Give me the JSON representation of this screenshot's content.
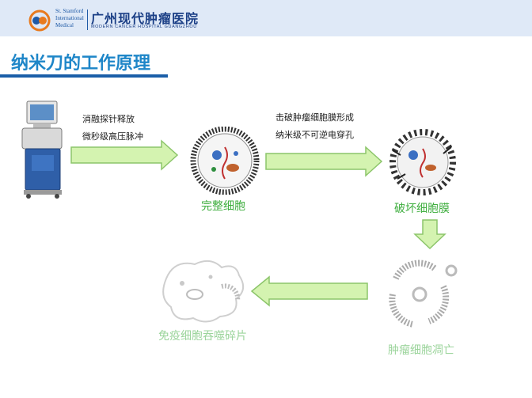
{
  "header": {
    "logo_en_line1": "St. Stamford",
    "logo_en_line2": "International",
    "logo_en_line3": "Medical",
    "logo_cn": "广州现代肿瘤医院",
    "logo_sub": "MODERN CANCER HOSPITAL GUANGZHOU"
  },
  "title": "纳米刀的工作原理",
  "notes": {
    "step1_line1": "消融探针释放",
    "step1_line2": "微秒级高压脉冲",
    "step2_line1": "击破肿瘤细胞膜形成",
    "step2_line2": "纳米级不可逆电穿孔"
  },
  "captions": {
    "intact_cell": "完整细胞",
    "broken_membrane": "破坏细胞膜",
    "apoptosis": "肿瘤细胞凋亡",
    "phagocytosis": "免疫细胞吞噬碎片"
  },
  "colors": {
    "caption_green": "#3fae3f",
    "caption_pale": "#9bd49b",
    "arrow_fill": "#d4f3b0",
    "arrow_stroke": "#8cc56a"
  }
}
